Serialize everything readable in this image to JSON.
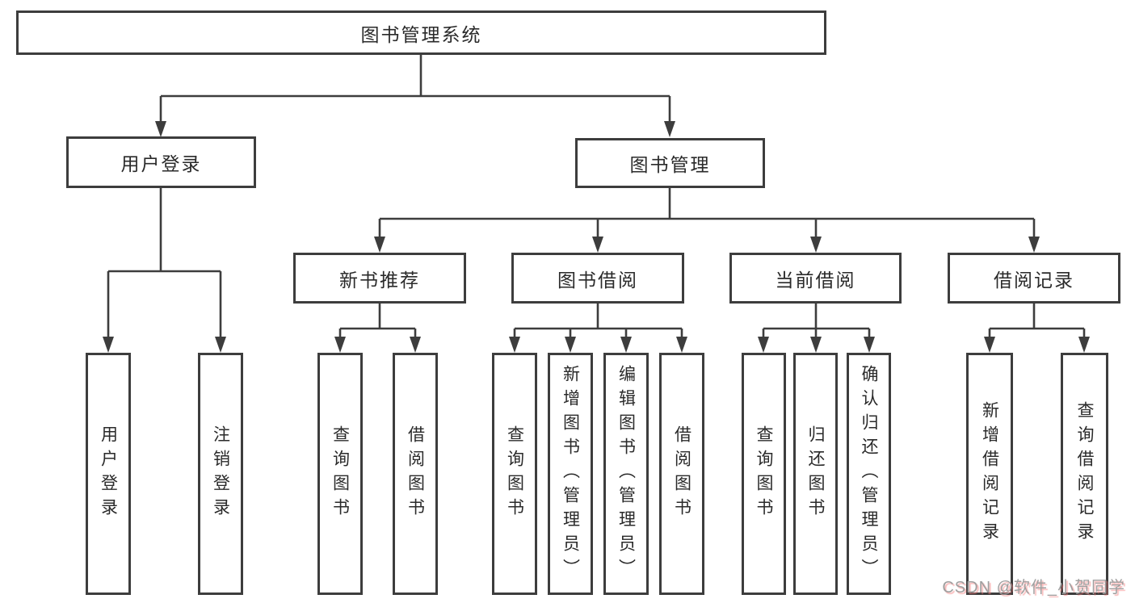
{
  "diagram_title": "图书管理系统",
  "nodes": {
    "root": "图书管理系统",
    "user_login": "用户登录",
    "book_mgmt": "图书管理",
    "new_rec": "新书推荐",
    "book_borrow": "图书借阅",
    "current_borrow": "当前借阅",
    "borrow_record": "借阅记录",
    "leaf_user_login": "用户登录",
    "leaf_logout": "注销登录",
    "leaf_query_book_1": "查询图书",
    "leaf_borrow_book_1": "借阅图书",
    "leaf_query_book_2": "查询图书",
    "leaf_add_book": "新增图书（管理员）",
    "leaf_edit_book": "编辑图书（管理员）",
    "leaf_borrow_book_2": "借阅图书",
    "leaf_query_book_3": "查询图书",
    "leaf_return_book": "归还图书",
    "leaf_confirm_return": "确认归还（管理员）",
    "leaf_add_record": "新增借阅记录",
    "leaf_query_record": "查询借阅记录"
  },
  "hierarchy": {
    "图书管理系统": {
      "用户登录": [
        "用户登录",
        "注销登录"
      ],
      "图书管理": {
        "新书推荐": [
          "查询图书",
          "借阅图书"
        ],
        "图书借阅": [
          "查询图书",
          "新增图书（管理员）",
          "编辑图书（管理员）",
          "借阅图书"
        ],
        "当前借阅": [
          "查询图书",
          "归还图书",
          "确认归还（管理员）"
        ],
        "借阅记录": [
          "新增借阅记录",
          "查询借阅记录"
        ]
      }
    }
  },
  "watermark": "CSDN @软件_小贺同学",
  "colors": {
    "line": "#3d3d3d",
    "box_border": "#3d3d3d",
    "box_fill": "#ffffff",
    "text": "#2a2a2a",
    "watermark_text": "#9f9f9f",
    "watermark_shadow": "#f47878",
    "background": "#ffffff"
  }
}
